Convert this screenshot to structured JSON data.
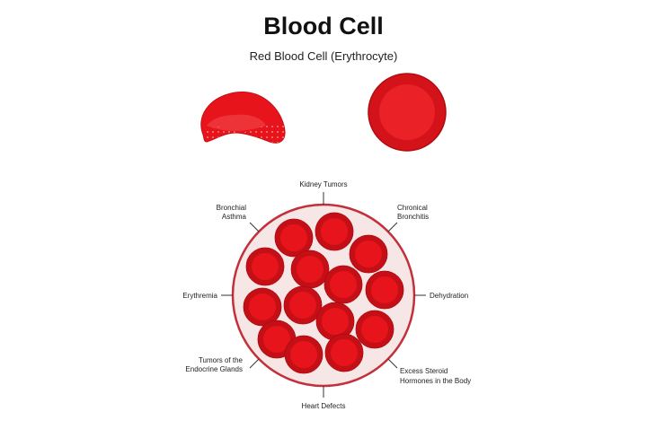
{
  "title": "Blood Cell",
  "subtitle": "Red Blood Cell (Erythrocyte)",
  "labels": {
    "top": "Kidney Tumors",
    "top_left": [
      "Bronchial",
      "Asthma"
    ],
    "top_right": [
      "Chronical",
      "Bronchitis"
    ],
    "left": "Erythremia",
    "right": "Dehydration",
    "bottom_left": [
      "Tumors of the",
      "Endocrine Glands"
    ],
    "bottom_right": [
      "Excess Steroid",
      "Hormones in the Body"
    ],
    "bottom": "Heart Defects"
  },
  "colors": {
    "cell": "#e8141c",
    "cell_dark": "#c50f16",
    "vessel": "#f6e6e6",
    "vessel_border": "#c2313a"
  }
}
